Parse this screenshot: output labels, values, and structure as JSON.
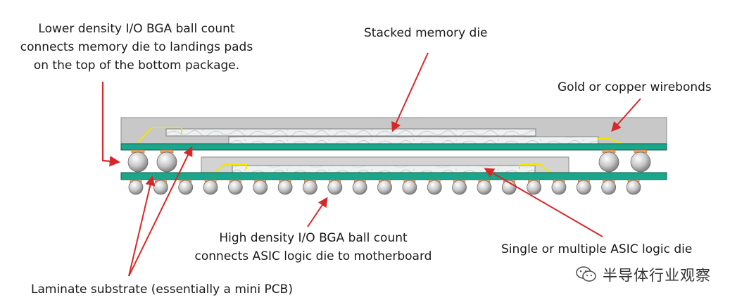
{
  "labels": {
    "lower_density": [
      "Lower density I/O BGA ball count",
      "connects memory die to landings pads",
      "on the top of the bottom package."
    ],
    "stacked_memory": "Stacked memory die",
    "wirebonds": "Gold or copper wirebonds",
    "high_density": [
      "High density I/O BGA ball count",
      "connects ASIC logic die to motherboard"
    ],
    "asic_die": "Single or multiple ASIC logic die",
    "laminate": "Laminate substrate (essentially a mini PCB)"
  },
  "watermark": {
    "text": "半导体行业观察",
    "icon": "wechat-icon"
  },
  "colors": {
    "mold": "#c8c8c8",
    "mold_edge": "#8a8a8a",
    "substrate": "#1aa68a",
    "substrate_edge": "#0d5e4c",
    "die": "#e9ecec",
    "pad": "#e8a064",
    "ball": "#c2c2c2",
    "wire": "#f2e600",
    "arrow": "#d62828"
  },
  "counts": {
    "bottom_balls": 21,
    "top_ball_pairs": 2
  }
}
